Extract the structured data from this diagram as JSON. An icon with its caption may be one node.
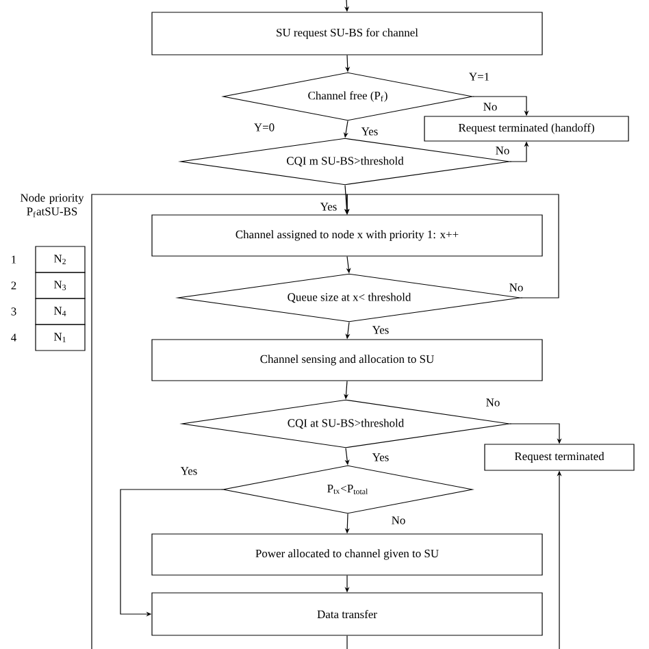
{
  "diagram": {
    "nodes": [
      {
        "text": [
          "SU request SU-BS for channel"
        ]
      },
      {
        "text": [
          "Channel free (P$_{f}$)"
        ]
      },
      {
        "text": [
          "Request terminated (handoff)"
        ]
      },
      {
        "text": [
          "CQI m SU-BS>threshold"
        ]
      },
      {
        "text": [
          "Channel assigned to node x with priority 1: x++"
        ]
      },
      {
        "text": [
          "Queue size at x< threshold"
        ]
      },
      {
        "text": [
          "Channel sensing and allocation to SU"
        ]
      },
      {
        "text": [
          "CQI at SU-BS>threshold"
        ]
      },
      {
        "text": [
          "Request terminated"
        ]
      },
      {
        "text": [
          "P$_{tx}$<P$_{total}$"
        ]
      },
      {
        "text": [
          "Power allocated to channel given to SU"
        ]
      },
      {
        "text": [
          "Data transfer"
        ]
      },
      {
        "text": [
          "N$_{2}$"
        ]
      },
      {
        "text": [
          "N$_{3}$"
        ]
      },
      {
        "text": [
          "N$_{4}$"
        ]
      },
      {
        "text": [
          "N$_{1}$"
        ]
      }
    ],
    "edges": [
      {
        "from": null,
        "to": 0,
        "arrow": "to"
      },
      {
        "from": 0,
        "to": 1,
        "arrow": "to"
      },
      {
        "from": 1,
        "to": 2,
        "arrow": "to",
        "label": "No"
      },
      {
        "from": 1,
        "to": 3,
        "arrow": "to",
        "label": "Yes"
      },
      {
        "from": 3,
        "to": 2,
        "arrow": "to",
        "label": "No"
      },
      {
        "from": 3,
        "to": 4,
        "arrow": "to",
        "label": "Yes"
      },
      {
        "from": 5,
        "to": 4,
        "arrow": "to",
        "label": "No"
      },
      {
        "from": null,
        "to": 4,
        "arrow": "to"
      },
      {
        "from": 4,
        "to": 5,
        "arrow": "to"
      },
      {
        "from": 5,
        "to": 6,
        "arrow": "to",
        "label": "Yes"
      },
      {
        "from": 6,
        "to": 7,
        "arrow": "to"
      },
      {
        "from": 7,
        "to": 8,
        "arrow": "to",
        "label": "No"
      },
      {
        "from": 7,
        "to": 9,
        "arrow": "to",
        "label": "Yes"
      },
      {
        "from": 9,
        "to": 11,
        "arrow": "to",
        "label": "Yes"
      },
      {
        "from": 9,
        "to": 10,
        "arrow": "to",
        "label": "No"
      },
      {
        "from": 10,
        "to": 11,
        "arrow": "to"
      },
      {
        "from": 11,
        "to": null,
        "arrow": "none"
      },
      {
        "from": null,
        "to": 8,
        "arrow": "to"
      }
    ],
    "labels": [
      "Y=1",
      "Y=0",
      "Node priority P$_{f}$atSU-BS",
      "1",
      "2",
      "3",
      "4"
    ]
  }
}
